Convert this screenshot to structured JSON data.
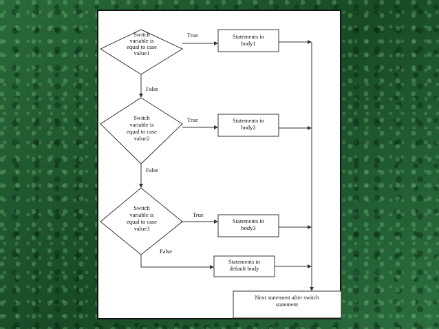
{
  "decision1": {
    "l1": "Switch",
    "l2": "variable is",
    "l3": "equal to case",
    "l4": "value1"
  },
  "decision2": {
    "l1": "Switch",
    "l2": "variable is",
    "l3": "equal to case",
    "l4": "value2"
  },
  "decision3": {
    "l1": "Switch",
    "l2": "variable is",
    "l3": "equal to case",
    "l4": "value3"
  },
  "body1": {
    "l1": "Statements in",
    "l2": "body1"
  },
  "body2": {
    "l1": "Statements in",
    "l2": "body2"
  },
  "body3": {
    "l1": "Statements in",
    "l2": "body3"
  },
  "default_body": {
    "l1": "Statements in",
    "l2": "default body"
  },
  "next_statement": {
    "l1": "Next statement after switch",
    "l2": "statement"
  },
  "edge_labels": {
    "true1": "True",
    "true2": "True",
    "true3": "True",
    "false1": "False",
    "false2": "False",
    "false3": "False"
  }
}
